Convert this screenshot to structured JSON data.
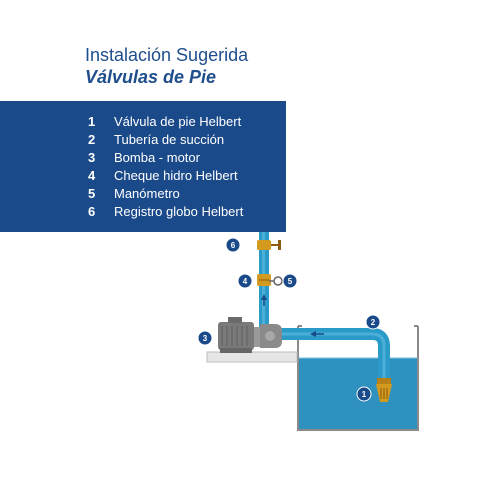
{
  "header": {
    "title": "Instalación Sugerida",
    "subtitle": "Válvulas de Pie"
  },
  "legend": [
    {
      "num": "1",
      "label": "Válvula de pie Helbert"
    },
    {
      "num": "2",
      "label": "Tubería de succión"
    },
    {
      "num": "3",
      "label": "Bomba - motor"
    },
    {
      "num": "4",
      "label": "Cheque hidro Helbert"
    },
    {
      "num": "5",
      "label": "Manómetro"
    },
    {
      "num": "6",
      "label": "Registro globo Helbert"
    }
  ],
  "markers": [
    "1",
    "2",
    "3",
    "4",
    "5",
    "6"
  ],
  "colors": {
    "brand_blue": "#1b4a8a",
    "pipe": "#2a9bc9",
    "water": "#2f91bf",
    "valve": "#d29a1e"
  }
}
